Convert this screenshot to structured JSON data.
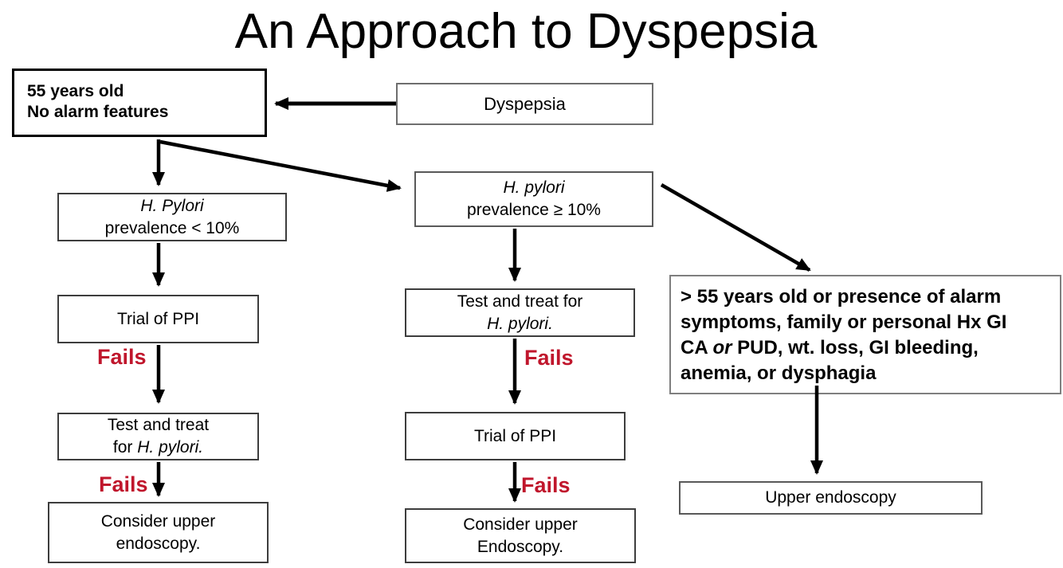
{
  "title": "An Approach to Dyspepsia",
  "colors": {
    "fails_red": "#c0162c",
    "arrow_black": "#000000",
    "background": "#ffffff"
  },
  "labels": {
    "fails": "Fails"
  },
  "nodes": {
    "age_no_alarm": {
      "line1": "55 years old",
      "line2": "No alarm features"
    },
    "dyspepsia": {
      "label": "Dyspepsia"
    },
    "hp_low": {
      "name_italic": "H. Pylori",
      "line2": "prevalence < 10%"
    },
    "hp_high": {
      "name_italic": "H. pylori",
      "line2": "prevalence ≥ 10%"
    },
    "trial_ppi_left": {
      "label": "Trial of PPI"
    },
    "test_treat_left": {
      "line1": "Test and treat",
      "line2_prefix": "for ",
      "line2_italic": "H. pylori."
    },
    "consider_left": {
      "line1": "Consider upper",
      "line2": "endoscopy."
    },
    "test_treat_mid": {
      "line1": "Test and treat for",
      "line2_italic": "H. pylori."
    },
    "trial_ppi_mid": {
      "label": "Trial of PPI"
    },
    "consider_mid": {
      "line1": "Consider upper",
      "line2": "Endoscopy."
    },
    "alarm": {
      "line1": "> 55 years old or presence of alarm",
      "line2": "symptoms, family or personal Hx GI",
      "line3_prefix": "CA ",
      "line3_italic": "or",
      "line3_suffix": " PUD, wt. loss, GI bleeding,",
      "line4": "anemia, or dysphagia"
    },
    "upper_endoscopy": {
      "label": "Upper endoscopy"
    }
  }
}
